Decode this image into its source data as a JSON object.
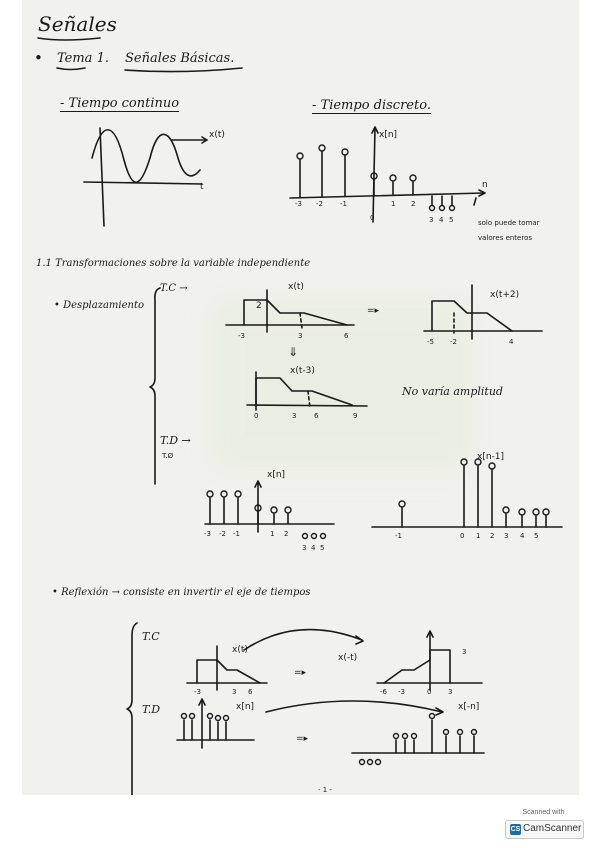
{
  "notes": {
    "title": "Señales",
    "topic_bullet": "•",
    "topic_label": "Tema 1.",
    "topic_name": "Señales Básicas.",
    "ct_heading": "- Tiempo continuo",
    "dt_heading": "- Tiempo discreto.",
    "ct_signal_label": "x(t)",
    "ct_axis_t": "t",
    "dt_signal_label": "x[n]",
    "dt_axis_n": "n",
    "dt_ticks": [
      "-3",
      "-2",
      "-1",
      "0",
      "1",
      "2",
      "3",
      "4",
      "5"
    ],
    "dt_note_line1": "solo puede tomar",
    "dt_note_line2": "valores enteros",
    "section_title": "1.1 Transformaciones sobre la variable independiente",
    "shift_label": "• Desplazamiento",
    "tc_label": "T.C →",
    "shift_xt": "x(t)",
    "shift_x_t_plus_2": "x(t+2)",
    "shift_x_t_minus_3": "x(t-3)",
    "shift_amp": "2",
    "shift_ticks_a": [
      "-3",
      "3",
      "6"
    ],
    "shift_ticks_b": [
      "-5",
      "-2",
      "4"
    ],
    "shift_ticks_c": [
      "0",
      "3",
      "6",
      "9"
    ],
    "shift_down_arrow": "⇓",
    "shift_equals_arrow": "=▸",
    "no_amp_note": "No varía amplitud",
    "td_label": "T.D →",
    "td_sub": "T.Ø",
    "shift_xn": "x[n]",
    "shift_xn_minus_1": "x[n-1]",
    "shift_dt_ticks_a": [
      "-3",
      "-2",
      "-1",
      "1",
      "2",
      "3",
      "4",
      "5"
    ],
    "shift_dt_ticks_b": [
      "-1",
      "0",
      "1",
      "2",
      "3",
      "4",
      "5"
    ],
    "reflection_label": "• Reflexión → consiste en invertir el eje de tiempos",
    "refl_tc": "T.C",
    "refl_td": "T.D",
    "refl_xt": "x(t)",
    "refl_x_minus_t": "x(-t)",
    "refl_amp": "3",
    "refl_ticks_a": [
      "-3",
      "3",
      "6"
    ],
    "refl_ticks_b": [
      "-6",
      "-3",
      "0",
      "3"
    ],
    "refl_xn": "x[n]",
    "refl_x_minus_n": "x[-n]",
    "refl_equals": "=▸",
    "page_number": "- 1 -"
  },
  "badge": {
    "scanned_with": "Scanned with",
    "app_name": "CamScanner",
    "logo_text": "CS"
  }
}
